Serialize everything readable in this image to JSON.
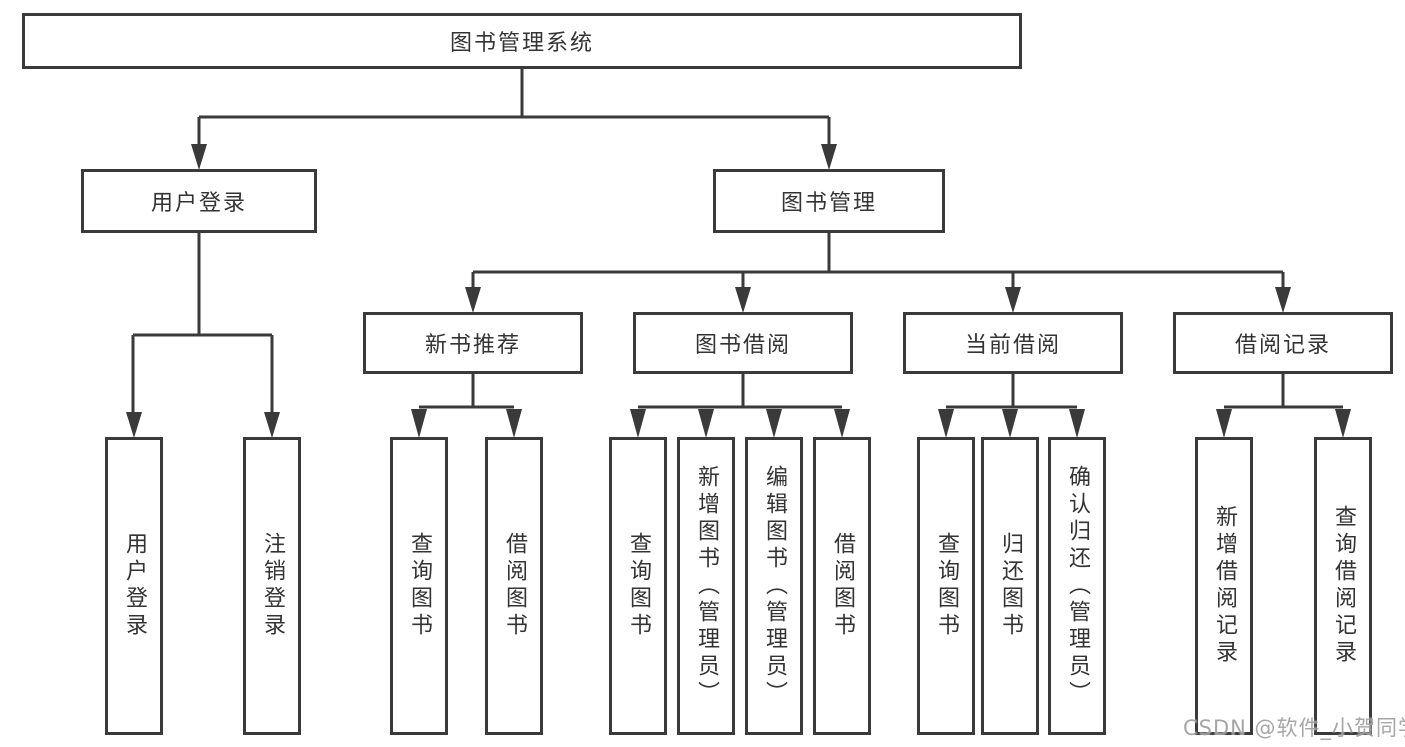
{
  "tree": {
    "label": "图书管理系统",
    "children": [
      {
        "label": "用户登录",
        "children": [
          {
            "label": "用户登录"
          },
          {
            "label": "注销登录"
          }
        ]
      },
      {
        "label": "图书管理",
        "children": [
          {
            "label": "新书推荐",
            "children": [
              {
                "label": "查询图书"
              },
              {
                "label": "借阅图书"
              }
            ]
          },
          {
            "label": "图书借阅",
            "children": [
              {
                "label": "查询图书"
              },
              {
                "label": "新增图书（管理员）"
              },
              {
                "label": "编辑图书（管理员）"
              },
              {
                "label": "借阅图书"
              }
            ]
          },
          {
            "label": "当前借阅",
            "children": [
              {
                "label": "查询图书"
              },
              {
                "label": "归还图书"
              },
              {
                "label": "确认归还（管理员）"
              }
            ]
          },
          {
            "label": "借阅记录",
            "children": [
              {
                "label": "新增借阅记录"
              },
              {
                "label": "查询借阅记录"
              }
            ]
          }
        ]
      }
    ]
  },
  "watermark": "CSDN @软件_小贺同学",
  "colors": {
    "line": "#3a3a3a",
    "text": "#333333",
    "background": "#ffffff",
    "watermark": "#969696"
  }
}
